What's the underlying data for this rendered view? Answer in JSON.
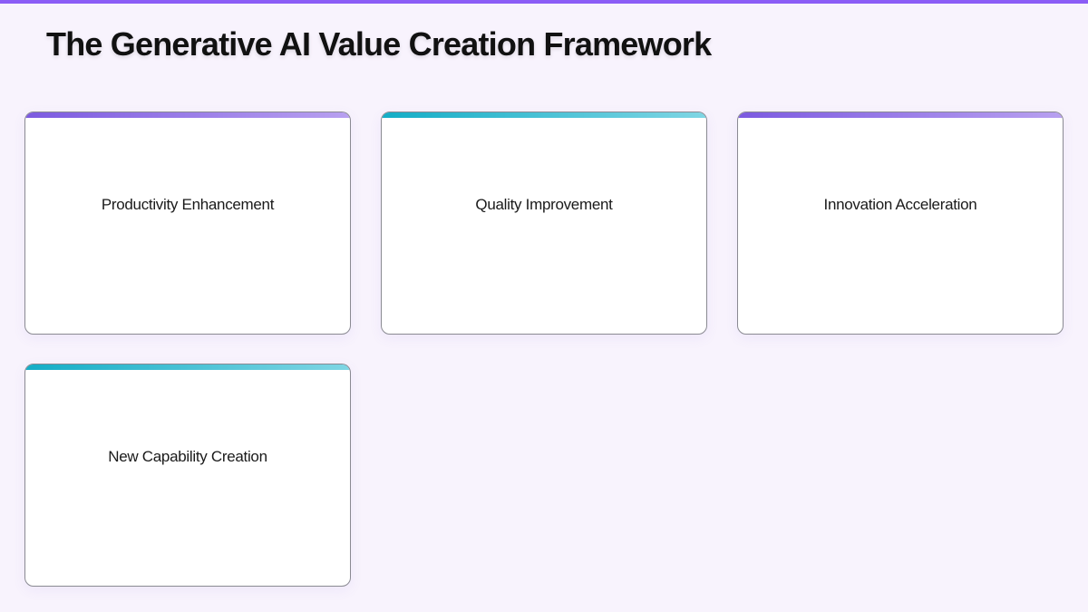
{
  "title": "The Generative AI Value Creation Framework",
  "colors": {
    "top_bar": "#8b5cf6",
    "purple_accent": "#7c5ae0",
    "teal_accent": "#14adc6",
    "background": "#f8f3fd"
  },
  "cards": [
    {
      "label": "Productivity Enhancement",
      "accent": "purple"
    },
    {
      "label": "Quality Improvement",
      "accent": "teal"
    },
    {
      "label": "Innovation Acceleration",
      "accent": "purple"
    },
    {
      "label": "New Capability Creation",
      "accent": "teal"
    }
  ]
}
